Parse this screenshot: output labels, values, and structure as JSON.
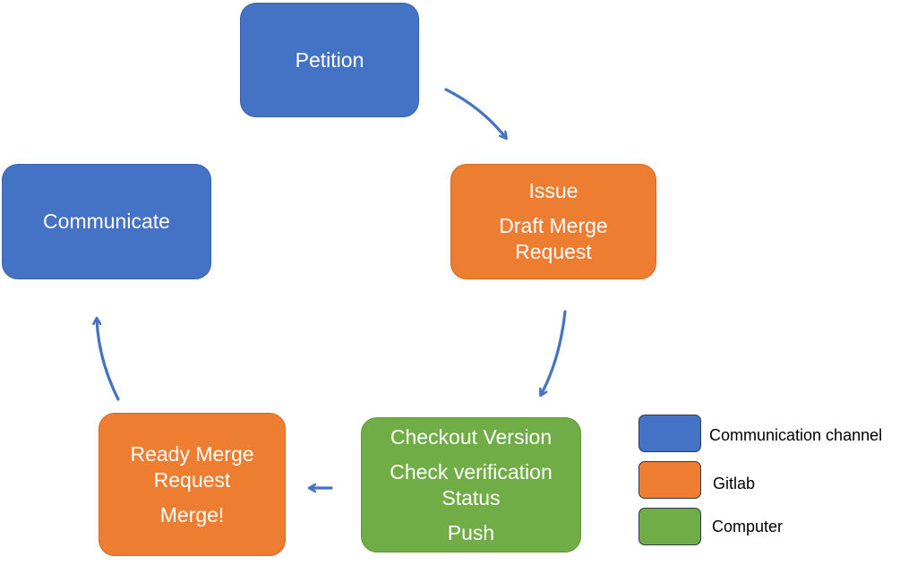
{
  "colors": {
    "communication": "#4472c4",
    "gitlab": "#ed7d31",
    "computer": "#70ad47",
    "arrow": "#4472c4"
  },
  "nodes": {
    "petition": {
      "lines": [
        "Petition"
      ]
    },
    "issue": {
      "line1": "Issue",
      "line2": "Draft Merge",
      "line3": "Request"
    },
    "checkout": {
      "line1": "Checkout Version",
      "line2": "Check verification",
      "line3": "Status",
      "line4": "Push"
    },
    "ready": {
      "line1": "Ready Merge",
      "line2": "Request",
      "line3": "Merge!"
    },
    "communicate": {
      "label": "Communicate"
    }
  },
  "legend": {
    "communication": "Communication channel",
    "gitlab": "Gitlab",
    "computer": "Computer"
  }
}
